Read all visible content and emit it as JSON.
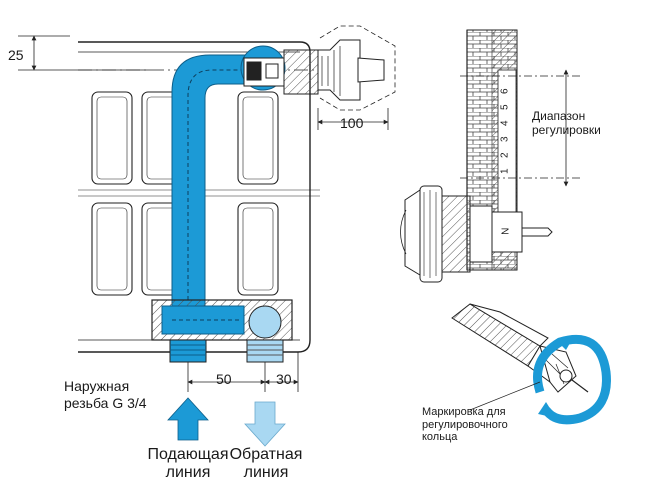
{
  "dimensions": {
    "offset_top": "25",
    "valve_distance": "100",
    "pipe_spacing": "50",
    "wall_offset": "30"
  },
  "labels": {
    "thread": [
      "Наружная",
      "резьба G 3/4"
    ],
    "supply": [
      "Подающая",
      "линия"
    ],
    "return": [
      "Обратная",
      "линия"
    ],
    "range": [
      "Диапазон",
      "регулировки"
    ],
    "ring_marking": [
      "Маркировка для",
      "регулировочного",
      "кольца"
    ]
  },
  "scale_marks": [
    "1",
    "2",
    "3",
    "4",
    "5",
    "6",
    "N"
  ],
  "colors": {
    "supply_blue": "#1c9ad6",
    "return_blue": "#a9d8f2",
    "outline": "#222222",
    "hatch": "#555555"
  }
}
